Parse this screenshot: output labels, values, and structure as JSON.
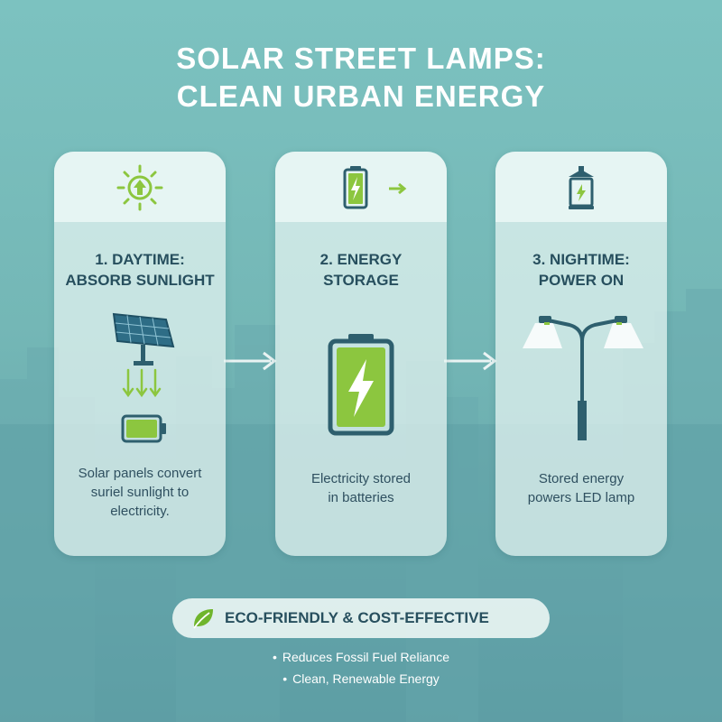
{
  "title": {
    "line1": "SOLAR STREET LAMPS:",
    "line2": "CLEAN URBAN ENERGY"
  },
  "cards": [
    {
      "icon": "sun-icon",
      "heading": [
        "1. DAYTIME:",
        "ABSORB SUNLIGHT"
      ],
      "description": [
        "Solar panels convert",
        "suriel sunlight to",
        "electricity."
      ]
    },
    {
      "icon": "battery-charging-icon",
      "heading": [
        "2. ENERGY",
        "STORAGE"
      ],
      "description": [
        "Electricity stored",
        "in batteries"
      ]
    },
    {
      "icon": "lantern-icon",
      "heading": [
        "3. NIGHTIME:",
        "POWER ON"
      ],
      "description": [
        "Stored energy",
        "powers LED lamp"
      ]
    }
  ],
  "banner": {
    "icon": "leaf-icon",
    "text": "ECO-FRIENDLY & COST-EFFECTIVE"
  },
  "bullets": [
    "Reduces Fossil Fuel Reliance",
    "Clean, Renewable Energy"
  ],
  "colors": {
    "accent_green": "#8cc63f",
    "dark_teal": "#2e5f6e",
    "background_top": "#7cc2c0",
    "background_bottom": "#5f9fa6"
  }
}
